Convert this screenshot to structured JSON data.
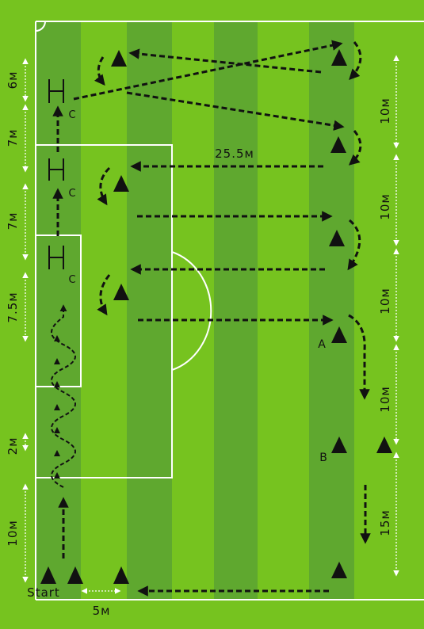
{
  "colors": {
    "grass_light": "#7cc51f",
    "grass_dark": "#5aa52e",
    "line": "#ffffff",
    "mark": "#111111"
  },
  "labels": {
    "start": "Start",
    "cone_a": "A",
    "cone_b": "B",
    "hurdle": "C",
    "width_top": "25.5м",
    "start_gap": "5м"
  },
  "left_distances": [
    "6м",
    "7м",
    "7м",
    "7.5м",
    "2м",
    "10м"
  ],
  "right_distances": [
    "10м",
    "10м",
    "10м",
    "10м",
    "15м"
  ],
  "icons": {
    "cone": "cone-icon",
    "hurdle": "hurdle-icon",
    "arrow": "dashed-arrow"
  }
}
